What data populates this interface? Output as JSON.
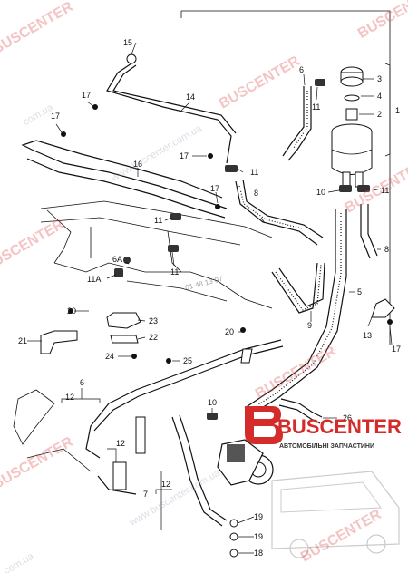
{
  "diagram": {
    "labels": [
      {
        "id": "l15",
        "text": "15"
      },
      {
        "id": "l14",
        "text": "14"
      },
      {
        "id": "l17a",
        "text": "17"
      },
      {
        "id": "l17b",
        "text": "17"
      },
      {
        "id": "l17c",
        "text": "17"
      },
      {
        "id": "l17d",
        "text": "17"
      },
      {
        "id": "l16",
        "text": "16"
      },
      {
        "id": "l11a",
        "text": "11"
      },
      {
        "id": "l11b",
        "text": "11"
      },
      {
        "id": "l11c",
        "text": "11"
      },
      {
        "id": "l11d",
        "text": "11"
      },
      {
        "id": "l11e",
        "text": "11"
      },
      {
        "id": "l8a",
        "text": "8"
      },
      {
        "id": "l8b",
        "text": "8"
      },
      {
        "id": "l6a",
        "text": "6"
      },
      {
        "id": "l6b",
        "text": "6"
      },
      {
        "id": "l3",
        "text": "3"
      },
      {
        "id": "l4",
        "text": "4"
      },
      {
        "id": "l2",
        "text": "2"
      },
      {
        "id": "l1",
        "text": "1"
      },
      {
        "id": "l10a",
        "text": "10"
      },
      {
        "id": "l10b",
        "text": "10"
      },
      {
        "id": "l6A",
        "text": "6A"
      },
      {
        "id": "l11A",
        "text": "11A"
      },
      {
        "id": "l20a",
        "text": "20"
      },
      {
        "id": "l20b",
        "text": "20"
      },
      {
        "id": "l5",
        "text": "5"
      },
      {
        "id": "l9",
        "text": "9"
      },
      {
        "id": "l13",
        "text": "13"
      },
      {
        "id": "l23",
        "text": "23"
      },
      {
        "id": "l22",
        "text": "22"
      },
      {
        "id": "l21",
        "text": "21"
      },
      {
        "id": "l24",
        "text": "24"
      },
      {
        "id": "l25",
        "text": "25"
      },
      {
        "id": "l12a",
        "text": "12"
      },
      {
        "id": "l12b",
        "text": "12"
      },
      {
        "id": "l12c",
        "text": "12"
      },
      {
        "id": "l7",
        "text": "7"
      },
      {
        "id": "l26",
        "text": "26"
      },
      {
        "id": "l19a",
        "text": "19"
      },
      {
        "id": "l19b",
        "text": "19"
      },
      {
        "id": "l18",
        "text": "18"
      }
    ],
    "part_code": "01 48 13 07"
  },
  "watermarks": {
    "brand": "BUSCENTER",
    "site": "www.buscenter.com.ua",
    "site_short": ".com.ua"
  },
  "logo": {
    "name": "BUSCENTER",
    "tagline": "АВТОМОБІЛЬНІ ЗАПЧАСТИНИ"
  },
  "colors": {
    "watermark_red": "#e05a5a",
    "logo_red": "#d42b2b"
  }
}
